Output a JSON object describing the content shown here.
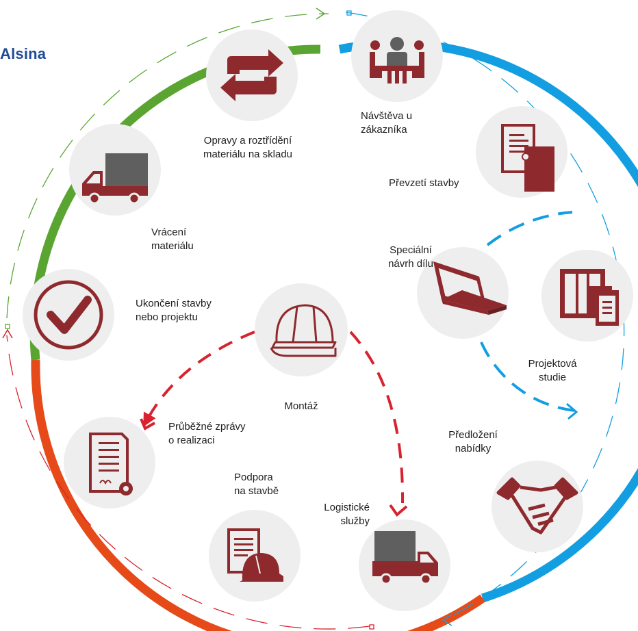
{
  "brand": "Alsina",
  "colors": {
    "green": "#5aa532",
    "blue": "#129ee0",
    "orange": "#e64a19",
    "red_dash": "#d8222f",
    "icon_red": "#8e2a2e",
    "icon_gray": "#5f5f5f",
    "circle_bg": "#eeeeee"
  },
  "steps": [
    {
      "id": "customer-visit",
      "icon": "meeting-icon",
      "lines": [
        "Návštěva u",
        "zákazníka"
      ]
    },
    {
      "id": "site-handover",
      "icon": "documents-icon",
      "lines": [
        "Převzetí stavby"
      ]
    },
    {
      "id": "special-design",
      "icon": "laptop-icon",
      "lines": [
        "Speciální",
        "návrh dílu"
      ]
    },
    {
      "id": "project-study",
      "icon": "blueprint-icon",
      "lines": [
        "Projektová",
        "studie"
      ]
    },
    {
      "id": "offer",
      "icon": "handshake-icon",
      "lines": [
        "Předložení",
        "nabídky"
      ]
    },
    {
      "id": "logistics",
      "icon": "truck-icon",
      "lines": [
        "Logistické",
        "služby"
      ]
    },
    {
      "id": "site-support",
      "icon": "document-helmet-icon",
      "lines": [
        "Podpora",
        "na stavbě"
      ]
    },
    {
      "id": "progress-reports",
      "icon": "certificate-icon",
      "lines": [
        "Průběžné zprávy",
        "o realizaci"
      ]
    },
    {
      "id": "assembly",
      "icon": "hard-hat-icon",
      "lines": [
        "Montáž"
      ]
    },
    {
      "id": "completion",
      "icon": "checkmark-icon",
      "lines": [
        "Ukončení stavby",
        "nebo projektu"
      ]
    },
    {
      "id": "material-return",
      "icon": "return-truck-icon",
      "lines": [
        "Vrácení",
        "materiálu"
      ]
    },
    {
      "id": "repairs-sorting",
      "icon": "swap-arrows-icon",
      "lines": [
        "Opravy a roztřídění",
        "materiálu na skladu"
      ]
    }
  ]
}
